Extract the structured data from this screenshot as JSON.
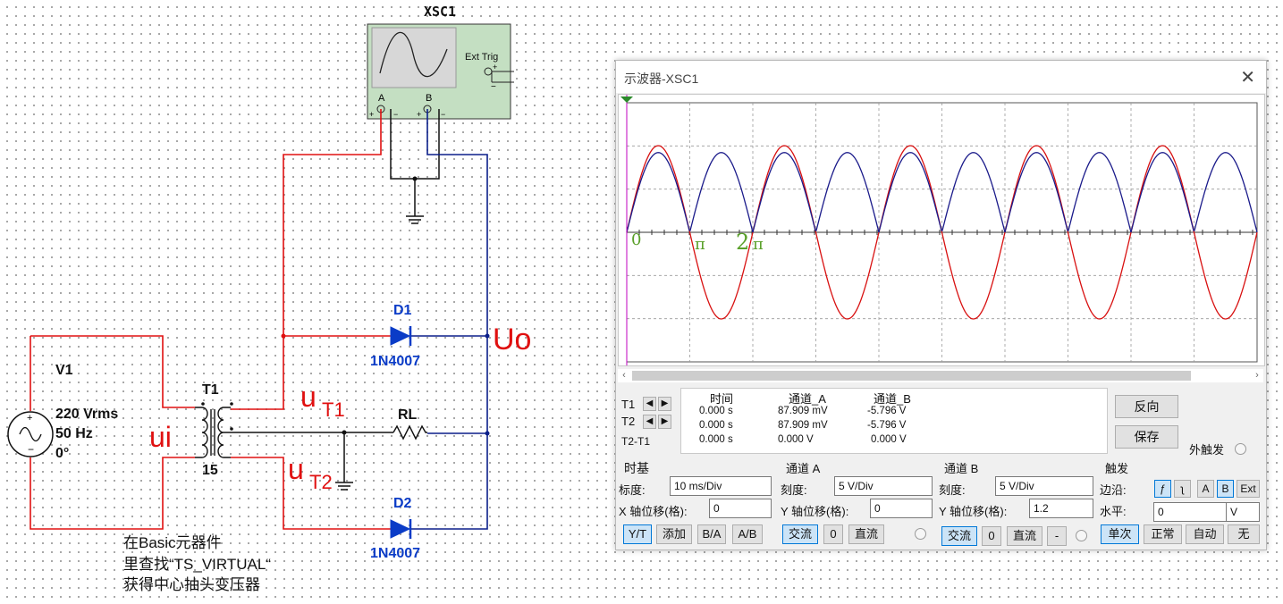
{
  "schematic": {
    "scope_ref": "XSC1",
    "ext_trig_label": "Ext Trig",
    "scope_ch_a": "A",
    "scope_ch_b": "B",
    "source_ref": "V1",
    "source_voltage": "220 Vrms",
    "source_freq": "50 Hz",
    "source_phase": "0°",
    "transformer_ref": "T1",
    "transformer_ratio": "15",
    "label_ui": "ui",
    "label_uT1_main": "u",
    "label_uT1_sub": "T1",
    "label_uT2_main": "u",
    "label_uT2_sub": "T2",
    "label_uo": "Uo",
    "diode1_ref": "D1",
    "diode1_model": "1N4007",
    "diode2_ref": "D2",
    "diode2_model": "1N4007",
    "resistor_ref": "RL",
    "note_line1": "在Basic元器件",
    "note_line2": "里查找“TS_VIRTUAL“",
    "note_line3": "获得中心抽头变压器",
    "wire_red": "#e01010",
    "wire_blue": "#0b1f8a"
  },
  "scope_window": {
    "title": "示波器-XSC1",
    "close_icon": "✕",
    "screen_labels": {
      "zero": "0",
      "pi": "π",
      "two": "2",
      "two_pi": "π"
    },
    "trace_a_color": "#d81010",
    "trace_b_color": "#1a1a8a",
    "readout": {
      "headers": [
        "时间",
        "通道_A",
        "通道_B"
      ],
      "rows": [
        {
          "label": "T1",
          "time": "0.000 s",
          "a": "87.909 mV",
          "b": "-5.796 V"
        },
        {
          "label": "T2",
          "time": "0.000 s",
          "a": "87.909 mV",
          "b": "-5.796 V"
        },
        {
          "label": "T2-T1",
          "time": "0.000 s",
          "a": "0.000 V",
          "b": "0.000 V"
        }
      ]
    },
    "reverse_button": "反向",
    "save_button": "保存",
    "ext_trigger_label": "外触发",
    "timebase": {
      "title": "时基",
      "scale_label": "标度:",
      "scale_value": "10 ms/Div",
      "xpos_label": "X 轴位移(格):",
      "xpos_value": "0",
      "buttons": [
        "Y/T",
        "添加",
        "B/A",
        "A/B"
      ]
    },
    "channel_a": {
      "title": "通道 A",
      "scale_label": "刻度:",
      "scale_value": "5  V/Div",
      "ypos_label": "Y 轴位移(格):",
      "ypos_value": "0",
      "buttons": [
        "交流",
        "0",
        "直流"
      ]
    },
    "channel_b": {
      "title": "通道 B",
      "scale_label": "刻度:",
      "scale_value": "5  V/Div",
      "ypos_label": "Y 轴位移(格):",
      "ypos_value": "1.2",
      "buttons": [
        "交流",
        "0",
        "直流",
        "-"
      ]
    },
    "trigger": {
      "title": "触发",
      "edge_label": "边沿:",
      "edge_buttons": [
        "ƒ",
        "ʅ",
        "A",
        "B",
        "Ext"
      ],
      "level_label": "水平:",
      "level_value": "0",
      "level_unit": "V",
      "mode_buttons": [
        "单次",
        "正常",
        "自动",
        "无"
      ]
    }
  }
}
